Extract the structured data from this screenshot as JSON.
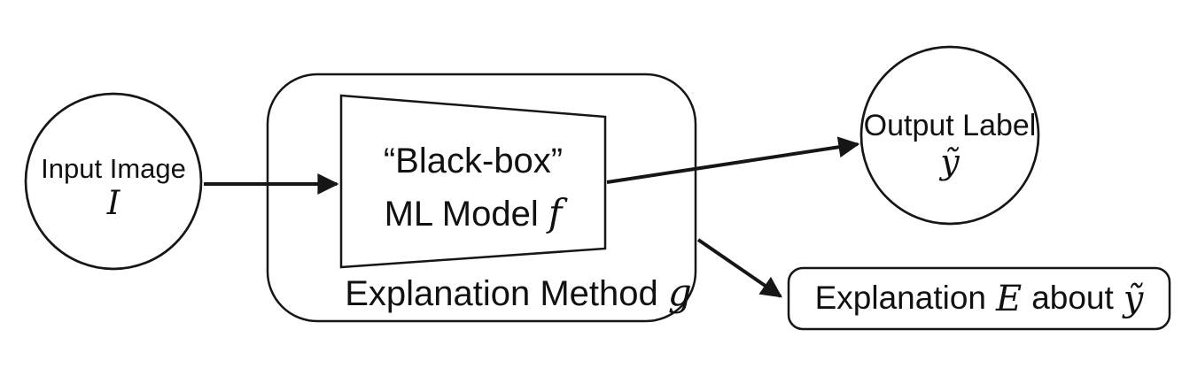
{
  "diagram": {
    "background_color": "#ffffff",
    "stroke_color": "#161616",
    "text_color": "#111111",
    "input_circle": {
      "label": "Input Image",
      "symbol": "I"
    },
    "method_box": {
      "label_prefix": "Explanation Method",
      "label_var": "g"
    },
    "model_trapezoid": {
      "line1": "“Black-box”",
      "line2_prefix": "ML Model",
      "line2_var": "f"
    },
    "output_circle": {
      "label": "Output Label",
      "symbol": "ỹ"
    },
    "explanation_box": {
      "prefix": "Explanation",
      "var1": "E",
      "middle": "about",
      "var2": "ỹ"
    }
  }
}
